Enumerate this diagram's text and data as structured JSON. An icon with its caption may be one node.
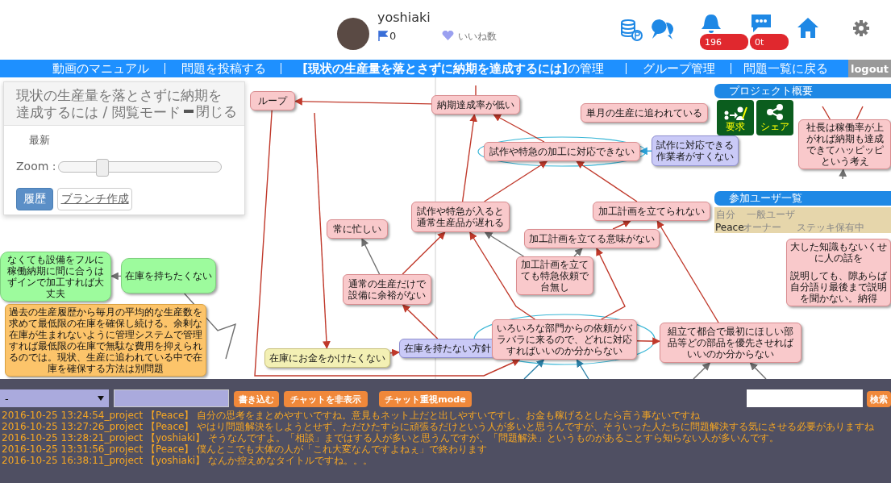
{
  "diagram": {
    "nodes": [
      {
        "text": [
          "ループ"
        ]
      },
      {
        "text": [
          "納期達成率が低い"
        ]
      },
      {
        "text": [
          "単月の生産に追われている"
        ]
      },
      {
        "text": [
          "試作や特急の加工に対応できない"
        ]
      },
      {
        "text": [
          "試作に対応できる作業者がすくない"
        ]
      },
      {
        "text": [
          "試作や特急が入ると通常生産品が遅れる"
        ]
      },
      {
        "text": [
          "常に忙しい"
        ]
      },
      {
        "text": [
          "加工計画を立てられない"
        ]
      },
      {
        "text": [
          "加工計画を立てる意味がない"
        ]
      },
      {
        "text": [
          "通常の生産だけで設備に余裕がない"
        ]
      },
      {
        "text": [
          "加工計画を立てても特急依頼で台無し"
        ]
      },
      {
        "text": [
          "在庫を持たない方針"
        ]
      },
      {
        "text": [
          "在庫にお金をかけたくない"
        ]
      },
      {
        "text": [
          "組立て都合で最初にほしい部品等どの部品を優先させればいいのか分からない"
        ]
      },
      {
        "text": [
          "いろいろな部門からの依頼がバラバラに来るので、どれに対応すればいいのか分からない"
        ]
      },
      {
        "text": [
          "社長は稼働率が上がれば納期も達成できてハッピッピという考え"
        ]
      },
      {
        "text": [
          "大した知識もないくせに人の話を",
          "説明しても、隙あらば自分語り最後まで説明を聞かない。納得"
        ]
      },
      {
        "text": [
          "在庫を持ちたくない"
        ]
      },
      {
        "text": [
          "なくても設備をフルに稼働納期に間に合うはずインで加工すれば大丈夫"
        ]
      },
      {
        "text": [
          "過去の生産履歴から毎月の平均的な生産数を求めて最低限の在庫を確保し続ける。余剰な在庫が生まれないように管理システムで管理すれば最低限の在庫で無駄な費用を抑えられるのでは。現状、生産に追われている中で在庫を確保する方法は別問題"
        ]
      }
    ],
    "edges": [
      {
        "from": 1,
        "to": 0,
        "arrow": "to"
      },
      {
        "from": 0,
        "to": 14,
        "arrow": "to"
      },
      {
        "from": null,
        "to": 12,
        "arrow": "to"
      },
      {
        "from": 3,
        "to": 1,
        "arrow": "to"
      },
      {
        "from": 5,
        "to": 1,
        "arrow": "to"
      },
      {
        "from": 5,
        "to": 3,
        "arrow": "to"
      },
      {
        "from": 7,
        "to": 3,
        "arrow": "to"
      },
      {
        "from": 4,
        "to": 3,
        "arrow": "to",
        "color": "#2a9fd6"
      },
      {
        "from": 8,
        "to": 7,
        "arrow": "to"
      },
      {
        "from": 10,
        "to": 8,
        "arrow": "to",
        "color": "#707070"
      },
      {
        "from": 10,
        "to": 5,
        "arrow": "to",
        "color": "#707070"
      },
      {
        "from": 14,
        "to": 5,
        "arrow": "to"
      },
      {
        "from": 14,
        "to": 8,
        "arrow": "to"
      },
      {
        "from": 14,
        "to": 13,
        "arrow": "to"
      },
      {
        "from": 13,
        "to": 7,
        "arrow": "to"
      },
      {
        "from": 9,
        "to": 6,
        "arrow": "to",
        "color": "#707070"
      },
      {
        "from": 9,
        "to": 5,
        "arrow": "to"
      },
      {
        "from": 11,
        "to": 9,
        "arrow": "to"
      },
      {
        "from": 12,
        "to": 11,
        "arrow": "to"
      },
      {
        "from": 17,
        "to": 18,
        "arrow": "to",
        "color": "#707070"
      },
      {
        "from": 17,
        "to": null,
        "arrow": "none",
        "color": "#707070"
      },
      {
        "from": 1,
        "to": null,
        "arrow": "none"
      },
      {
        "from": 15,
        "to": null,
        "arrow": "none"
      },
      {
        "from": 15,
        "to": null,
        "arrow": "none"
      },
      {
        "from": null,
        "to": 15,
        "arrow": "to",
        "color": "#707070"
      },
      {
        "from": null,
        "to": 14,
        "arrow": "to",
        "color": "#2a7fa6"
      },
      {
        "from": null,
        "to": 14,
        "arrow": "to",
        "color": "#2a7fa6"
      },
      {
        "from": null,
        "to": 13,
        "arrow": "to",
        "color": "#707070"
      },
      {
        "from": null,
        "to": 13,
        "arrow": "to",
        "color": "#707070"
      }
    ],
    "labels": [
      "yoshiaki",
      "0",
      "いいね数",
      "196",
      "0t",
      "動画のマニュアル",
      "問題を投稿する",
      "**[現状の生産量を落とさずに納期を達成するには]**の管理",
      "グループ管理",
      "問題一覧に戻る",
      "logout",
      "現状の生産量を落とさずに納期を達成するには / 閲覧モード",
      "閉じる",
      "最新",
      "Zoom :",
      "履歴",
      "ブランチ作成",
      "プロジェクト概要",
      "要求",
      "シェア",
      "参加ユーザ一覧",
      "自分",
      "一般ユーザ",
      "Peace",
      "オーナー",
      "ステッキ保有中",
      "-",
      "書き込む",
      "チャットを非表示",
      "チャット重視mode",
      "検索",
      "2016-10-25 13:24:54_project 【Peace】 自分の思考をまとめやすいですね。意見もネット上だと出しやすいですし、お金も稼げるとしたら言う事ないですね",
      "2016-10-25 13:27:26_project 【Peace】 やはり問題解決をしようとせず、ただひたすらに頑張るだけという人が多いと思うんですが、そういった人たちに問題解決する気にさせる必要がありますね",
      "2016-10-25 13:28:21_project 【yoshiaki】 そうなんですよ。「相談」まではする人が多いと思うんですが、「問題解決」というものがあることすら知らない人が多いんです。",
      "2016-10-25 13:31:56_project 【Peace】 僕んとこでも大体の人が「これ大変なんですよねぇ」で終わります",
      "2016-10-25 16:38:11_project 【yoshiaki】 なんか控えめなタイトルですね。。。"
    ]
  }
}
